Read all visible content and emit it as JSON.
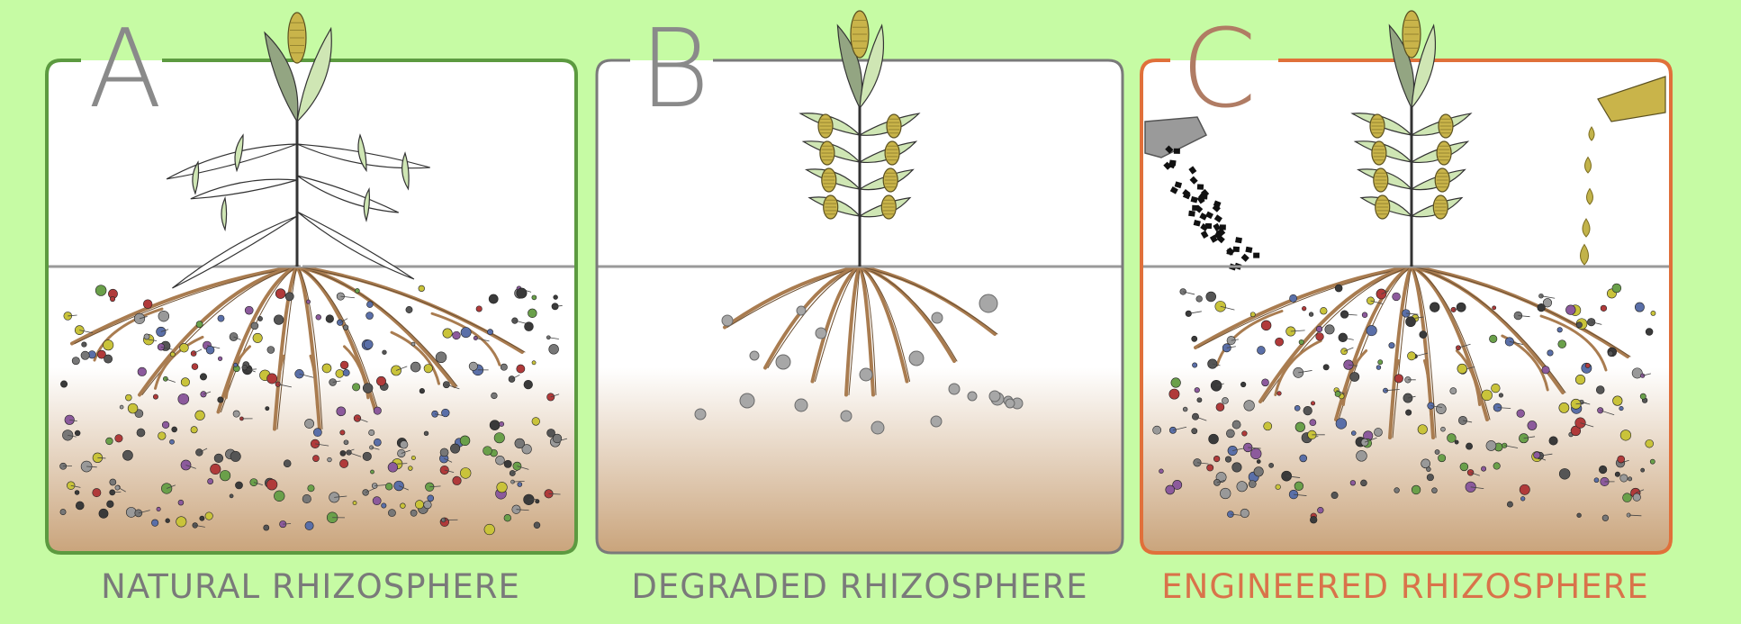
{
  "colors": {
    "page_background": "#c6fba4",
    "panel_background": "#ffffff",
    "natural": "#5c9a40",
    "degraded": "#7a7a7a",
    "engineered": "#e0703a",
    "soil_top": "#ffffff",
    "soil_bottom": "#c9a37a",
    "root": "#a97c50",
    "leaf_light": "#cfe6b4",
    "leaf_dark": "#93a582",
    "cob": "#c9b44a"
  },
  "panels": [
    {
      "id": "natural",
      "letter": "A",
      "caption": "NATURAL RHIZOSPHERE",
      "microbes": "dense",
      "amendments": "none"
    },
    {
      "id": "degraded",
      "letter": "B",
      "caption": "DEGRADED RHIZOSPHERE",
      "microbes": "sparse",
      "amendments": "none"
    },
    {
      "id": "engineered",
      "letter": "C",
      "caption": "ENGINEERED RHIZOSPHERE",
      "microbes": "dense",
      "amendments": "granules-and-liquid"
    }
  ],
  "icons": {
    "plant": "corn-plant-icon",
    "roots": "root-system-icon",
    "microbes": "microbe-dot-icon",
    "granule_hand": "granule-spreading-hand-icon",
    "liquid_pour": "liquid-pouring-can-icon"
  }
}
